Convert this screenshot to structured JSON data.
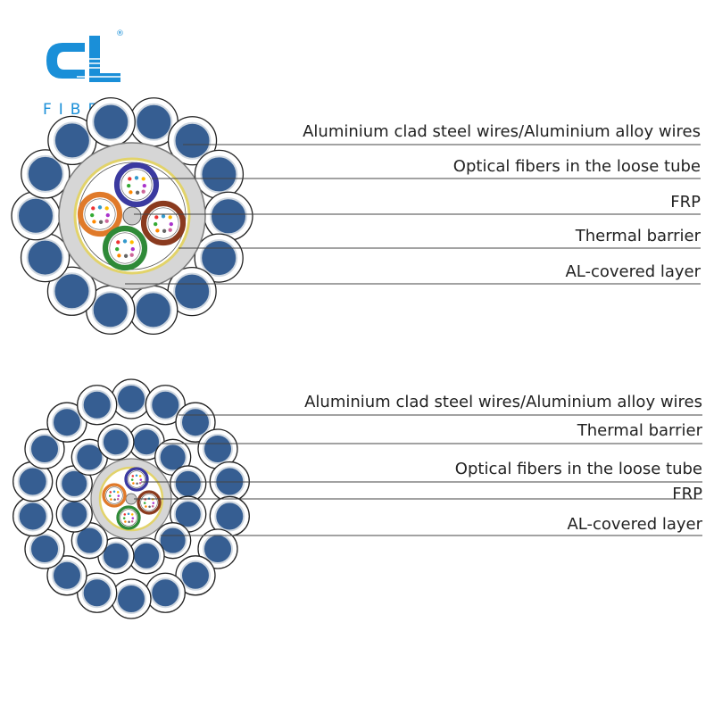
{
  "logo": {
    "text": "FIBER",
    "mark": "®",
    "color": "#1a8fd8"
  },
  "colors": {
    "wire_fill": "#365e92",
    "wire_ring": "#cfd7e0",
    "jacket": "#d6d6d6",
    "thermal_barrier": "#e2d36a",
    "tube_blue": "#3b3aa0",
    "tube_orange": "#e07a2a",
    "tube_brown": "#8a3a1e",
    "tube_green": "#2f8a38",
    "leader_line": "#444444"
  },
  "diagram_top": {
    "labels": [
      "Aluminium clad steel wires/Aluminium alloy wires",
      "Optical fibers in the loose tube",
      "FRP",
      "Thermal barrier",
      "AL-covered layer"
    ]
  },
  "diagram_bottom": {
    "labels": [
      "Aluminium clad steel wires/Aluminium alloy wires",
      "Thermal barrier",
      "Optical fibers in the loose tube",
      "FRP",
      "AL-covered layer"
    ]
  }
}
